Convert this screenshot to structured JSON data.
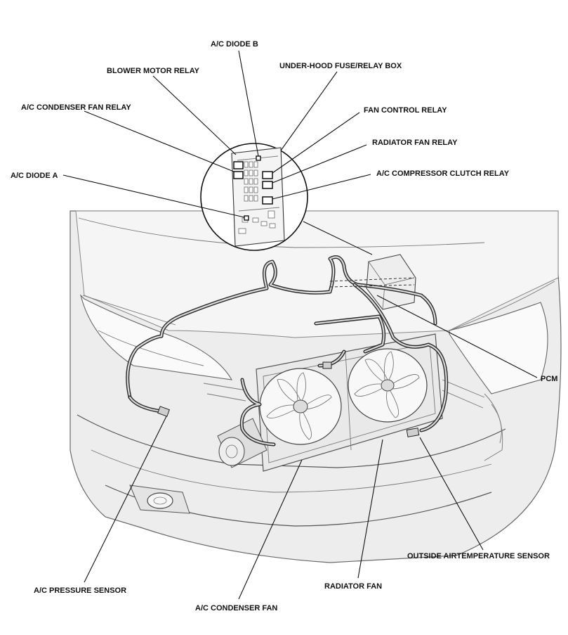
{
  "labels": {
    "ac_diode_b": "A/C DIODE B",
    "blower_motor_relay": "BLOWER MOTOR RELAY",
    "under_hood_fuse_relay_box": "UNDER-HOOD FUSE/RELAY BOX",
    "ac_condenser_fan_relay": "A/C CONDENSER FAN RELAY",
    "fan_control_relay": "FAN CONTROL RELAY",
    "radiator_fan_relay": "RADIATOR FAN RELAY",
    "ac_diode_a": "A/C DIODE A",
    "ac_compressor_clutch_relay": "A/C COMPRESSOR CLUTCH RELAY",
    "pcm": "PCM",
    "outside_air_temperature_sensor": "OUTSIDE AIRTEMPERATURE SENSOR",
    "ac_pressure_sensor": "A/C PRESSURE SENSOR",
    "radiator_fan": "RADIATOR FAN",
    "ac_condenser_fan": "A/C CONDENSER FAN"
  }
}
